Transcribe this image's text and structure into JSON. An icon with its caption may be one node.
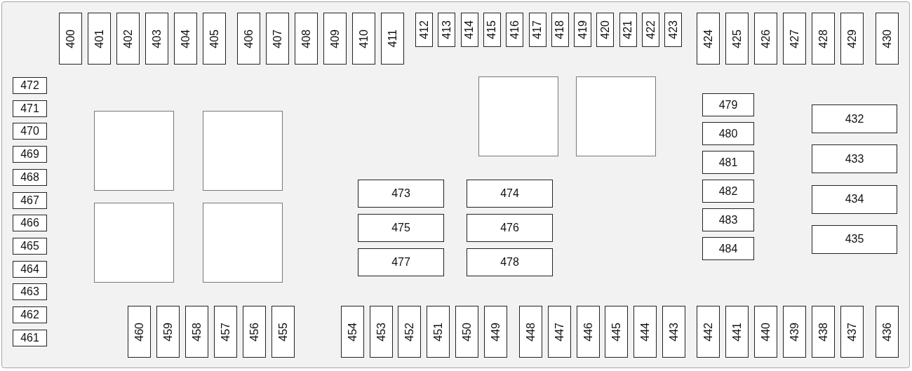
{
  "diagram": {
    "nodes": [
      {
        "text": [
          "400"
        ]
      },
      {
        "text": [
          "401"
        ]
      },
      {
        "text": [
          "402"
        ]
      },
      {
        "text": [
          "403"
        ]
      },
      {
        "text": [
          "404"
        ]
      },
      {
        "text": [
          "405"
        ]
      },
      {
        "text": [
          "406"
        ]
      },
      {
        "text": [
          "407"
        ]
      },
      {
        "text": [
          "408"
        ]
      },
      {
        "text": [
          "409"
        ]
      },
      {
        "text": [
          "410"
        ]
      },
      {
        "text": [
          "411"
        ]
      },
      {
        "text": [
          "412"
        ]
      },
      {
        "text": [
          "413"
        ]
      },
      {
        "text": [
          "414"
        ]
      },
      {
        "text": [
          "415"
        ]
      },
      {
        "text": [
          "416"
        ]
      },
      {
        "text": [
          "417"
        ]
      },
      {
        "text": [
          "418"
        ]
      },
      {
        "text": [
          "419"
        ]
      },
      {
        "text": [
          "420"
        ]
      },
      {
        "text": [
          "421"
        ]
      },
      {
        "text": [
          "422"
        ]
      },
      {
        "text": [
          "423"
        ]
      },
      {
        "text": [
          "424"
        ]
      },
      {
        "text": [
          "425"
        ]
      },
      {
        "text": [
          "426"
        ]
      },
      {
        "text": [
          "427"
        ]
      },
      {
        "text": [
          "428"
        ]
      },
      {
        "text": [
          "429"
        ]
      },
      {
        "text": [
          "430"
        ]
      },
      {
        "text": [
          "472"
        ]
      },
      {
        "text": [
          "471"
        ]
      },
      {
        "text": [
          "470"
        ]
      },
      {
        "text": [
          "469"
        ]
      },
      {
        "text": [
          "468"
        ]
      },
      {
        "text": [
          "467"
        ]
      },
      {
        "text": [
          "466"
        ]
      },
      {
        "text": [
          "465"
        ]
      },
      {
        "text": [
          "464"
        ]
      },
      {
        "text": [
          "463"
        ]
      },
      {
        "text": [
          "462"
        ]
      },
      {
        "text": [
          "461"
        ]
      },
      {
        "text": [],
        "shape": "box"
      },
      {
        "text": [],
        "shape": "box"
      },
      {
        "text": [],
        "shape": "box"
      },
      {
        "text": [],
        "shape": "box"
      },
      {
        "text": [],
        "shape": "box"
      },
      {
        "text": [],
        "shape": "box"
      },
      {
        "text": [
          "479"
        ]
      },
      {
        "text": [
          "480"
        ]
      },
      {
        "text": [
          "481"
        ]
      },
      {
        "text": [
          "482"
        ]
      },
      {
        "text": [
          "483"
        ]
      },
      {
        "text": [
          "484"
        ]
      },
      {
        "text": [
          "432"
        ]
      },
      {
        "text": [
          "433"
        ]
      },
      {
        "text": [
          "434"
        ]
      },
      {
        "text": [
          "435"
        ]
      },
      {
        "text": [
          "473"
        ]
      },
      {
        "text": [
          "474"
        ]
      },
      {
        "text": [
          "475"
        ]
      },
      {
        "text": [
          "476"
        ]
      },
      {
        "text": [
          "477"
        ]
      },
      {
        "text": [
          "478"
        ]
      },
      {
        "text": [
          "460"
        ]
      },
      {
        "text": [
          "459"
        ]
      },
      {
        "text": [
          "458"
        ]
      },
      {
        "text": [
          "457"
        ]
      },
      {
        "text": [
          "456"
        ]
      },
      {
        "text": [
          "455"
        ]
      },
      {
        "text": [
          "454"
        ]
      },
      {
        "text": [
          "453"
        ]
      },
      {
        "text": [
          "452"
        ]
      },
      {
        "text": [
          "451"
        ]
      },
      {
        "text": [
          "450"
        ]
      },
      {
        "text": [
          "449"
        ]
      },
      {
        "text": [
          "448"
        ]
      },
      {
        "text": [
          "447"
        ]
      },
      {
        "text": [
          "446"
        ]
      },
      {
        "text": [
          "445"
        ]
      },
      {
        "text": [
          "444"
        ]
      },
      {
        "text": [
          "443"
        ]
      },
      {
        "text": [
          "442"
        ]
      },
      {
        "text": [
          "441"
        ]
      },
      {
        "text": [
          "440"
        ]
      },
      {
        "text": [
          "439"
        ]
      },
      {
        "text": [
          "438"
        ]
      },
      {
        "text": [
          "437"
        ]
      },
      {
        "text": [
          "436"
        ]
      }
    ]
  }
}
